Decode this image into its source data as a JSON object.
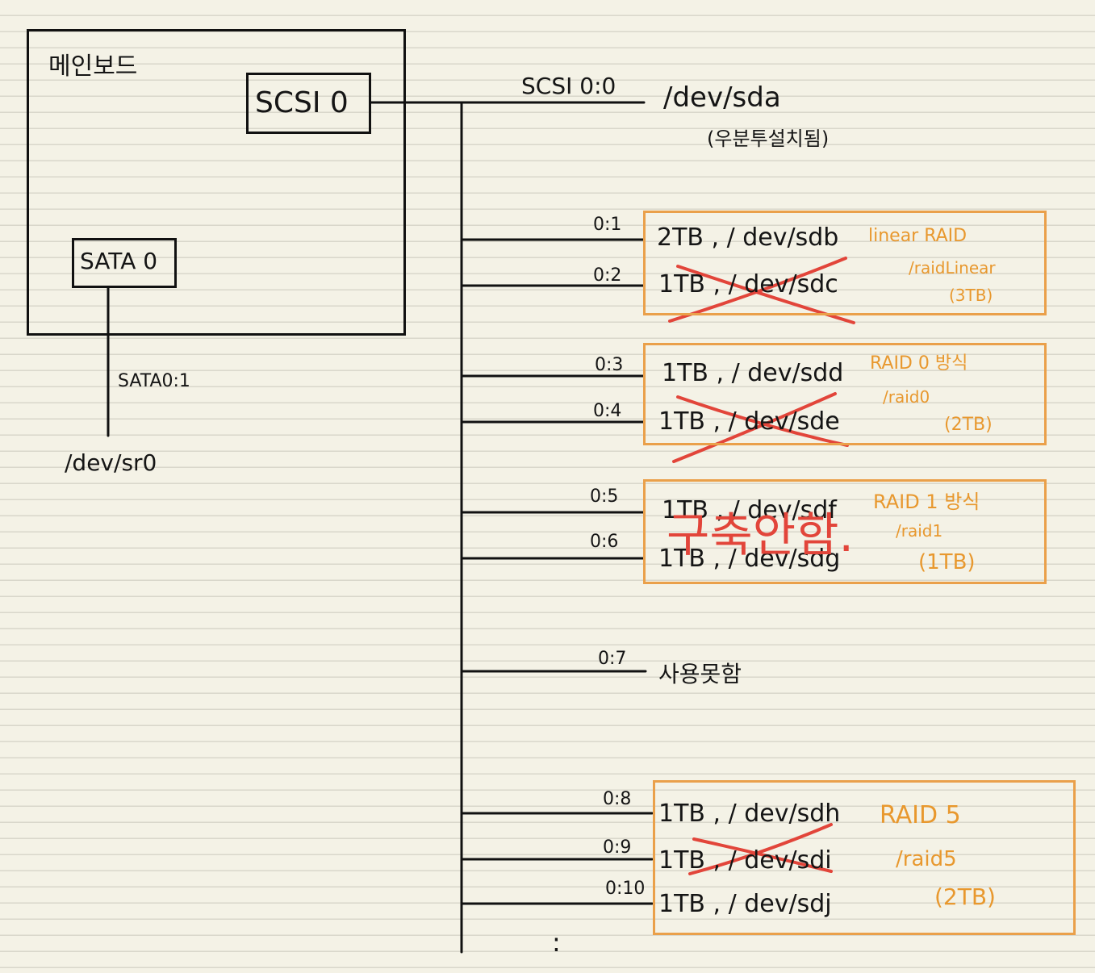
{
  "mainboard": {
    "title": "메인보드",
    "scsi_controller": "SCSI 0",
    "sata_controller": "SATA 0"
  },
  "sata": {
    "port": "SATA0:1",
    "device": "/dev/sr0"
  },
  "scsi": {
    "port0": {
      "id": "SCSI 0:0",
      "device": "/dev/sda",
      "note": "(우분투설치됨)"
    },
    "ports": {
      "p1": "0:1",
      "p2": "0:2",
      "p3": "0:3",
      "p4": "0:4",
      "p5": "0:5",
      "p6": "0:6",
      "p7": "0:7",
      "p8": "0:8",
      "p9": "0:9",
      "p10": "0:10"
    },
    "port7_note": "사용못함"
  },
  "disks": {
    "sdb": "2TB , / dev/sdb",
    "sdc": "1TB , / dev/sdc",
    "sdd": "1TB , / dev/sdd",
    "sde": "1TB , / dev/sde",
    "sdf": "1TB , / dev/sdf",
    "sdg": "1TB , / dev/sdg",
    "sdh": "1TB , / dev/sdh",
    "sdi": "1TB , / dev/sdi",
    "sdj": "1TB , / dev/sdj"
  },
  "raid_groups": {
    "linear": {
      "type": "linear RAID",
      "mount": "/raidLinear",
      "size": "(3TB)"
    },
    "raid0": {
      "type": "RAID 0 방식",
      "mount": "/raid0",
      "size": "(2TB)"
    },
    "raid1": {
      "type": "RAID 1 방식",
      "mount": "/raid1",
      "size": "(1TB)",
      "overlay": "구축안함."
    },
    "raid5": {
      "type": "RAID 5",
      "mount": "/raid5",
      "size": "(2TB)"
    }
  },
  "continuation": ":",
  "colors": {
    "ink": "#151515",
    "raid_box": "#eaa04a",
    "strike": "#e2453a",
    "paper": "#f4f2e6"
  }
}
